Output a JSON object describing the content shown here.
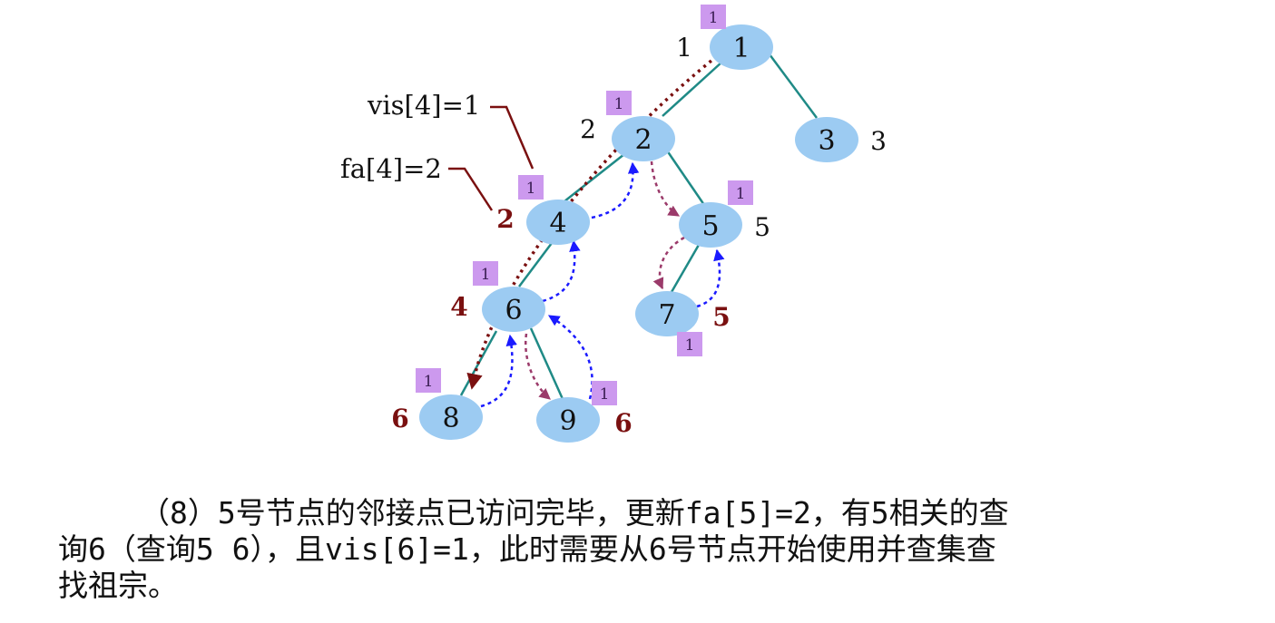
{
  "diagram": {
    "nodes": [
      {
        "id": "1",
        "label": "1",
        "order": "1",
        "fa": "",
        "vis": "1"
      },
      {
        "id": "2",
        "label": "2",
        "order": "2",
        "fa": "",
        "vis": "1"
      },
      {
        "id": "3",
        "label": "3",
        "order": "3",
        "fa": "",
        "vis": ""
      },
      {
        "id": "4",
        "label": "4",
        "order": "",
        "fa": "2",
        "vis": "1"
      },
      {
        "id": "5",
        "label": "5",
        "order": "5",
        "fa": "",
        "vis": "1"
      },
      {
        "id": "6",
        "label": "6",
        "order": "",
        "fa": "4",
        "vis": "1"
      },
      {
        "id": "7",
        "label": "7",
        "order": "",
        "fa": "5",
        "vis": "1"
      },
      {
        "id": "8",
        "label": "8",
        "order": "",
        "fa": "6",
        "vis": "1"
      },
      {
        "id": "9",
        "label": "9",
        "order": "",
        "fa": "6",
        "vis": "1"
      }
    ],
    "annotations": {
      "vis": "vis[4]=1",
      "fa": "fa[4]=2"
    },
    "colors": {
      "node_fill": "#9ccbf2",
      "tree_edge": "#1f8a86",
      "return_arrow": "#1a1aff",
      "descend_arrow": "#9b3a6a",
      "query_arrow": "#7a1010",
      "vis_badge": "#cc99ee",
      "fa_text": "#7a1010"
    }
  },
  "caption": {
    "line1": "（8）5号节点的邻接点已访问完毕，更新fa[5]=2，有5相关的查",
    "line2": "询6（查询5 6），且vis[6]=1，此时需要从6号节点开始使用并查集查",
    "line3": "找祖宗。"
  }
}
